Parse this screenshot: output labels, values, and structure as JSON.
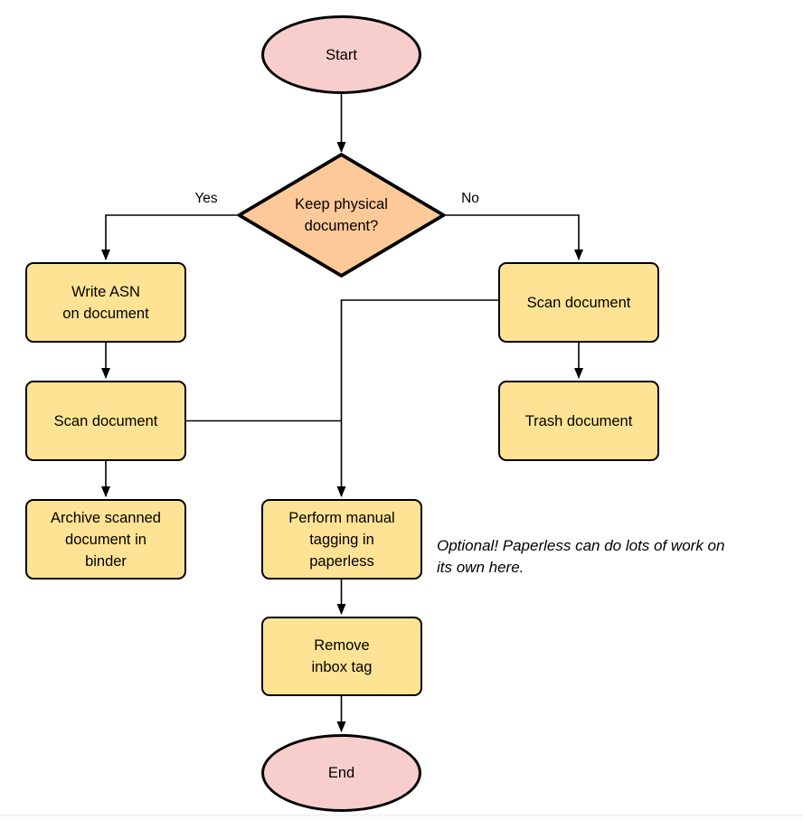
{
  "diagram": {
    "type": "flowchart",
    "nodes": {
      "start": {
        "label": "Start",
        "shape": "ellipse"
      },
      "decision": {
        "label": "Keep physical\ndocument?",
        "shape": "diamond"
      },
      "write_asn": {
        "label": "Write ASN\non document",
        "shape": "process"
      },
      "scan_yes": {
        "label": "Scan document",
        "shape": "process"
      },
      "archive": {
        "label": "Archive scanned\ndocument in\nbinder",
        "shape": "process"
      },
      "scan_no": {
        "label": "Scan document",
        "shape": "process"
      },
      "trash": {
        "label": "Trash document",
        "shape": "process"
      },
      "tagging": {
        "label": "Perform manual\ntagging in\npaperless",
        "shape": "process"
      },
      "remove_inbox": {
        "label": "Remove\ninbox tag",
        "shape": "process"
      },
      "end": {
        "label": "End",
        "shape": "ellipse"
      }
    },
    "edges": [
      {
        "from": "start",
        "to": "decision",
        "label": ""
      },
      {
        "from": "decision",
        "to": "write_asn",
        "label": "Yes"
      },
      {
        "from": "decision",
        "to": "scan_no",
        "label": "No"
      },
      {
        "from": "write_asn",
        "to": "scan_yes",
        "label": ""
      },
      {
        "from": "scan_yes",
        "to": "archive",
        "label": ""
      },
      {
        "from": "scan_no",
        "to": "trash",
        "label": ""
      },
      {
        "from": "scan_yes",
        "to": "tagging",
        "label": ""
      },
      {
        "from": "scan_no",
        "to": "tagging",
        "label": ""
      },
      {
        "from": "tagging",
        "to": "remove_inbox",
        "label": ""
      },
      {
        "from": "remove_inbox",
        "to": "end",
        "label": ""
      }
    ],
    "note": "Optional! Paperless can do lots of work on\nits own here.",
    "colors": {
      "terminal": "#f8cecc",
      "process": "#ffe394",
      "decision": "#fdc998",
      "stroke": "#000000",
      "text": "#000000",
      "note_text": "#000000",
      "background": "#ffffff"
    }
  }
}
